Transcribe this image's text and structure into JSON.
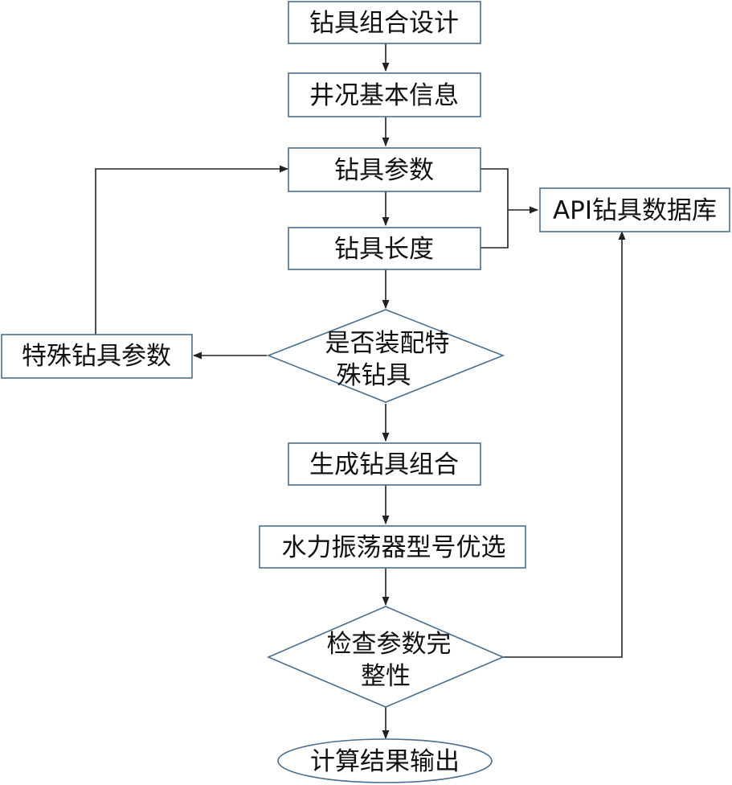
{
  "colors": {
    "node_border": "#4a6e8e",
    "edge": "#222222",
    "text": "#111111",
    "background": "#ffffff"
  },
  "nodes": {
    "bha_design": "钻具组合设计",
    "well_info": "井况基本信息",
    "bha_params": "钻具参数",
    "bha_length": "钻具长度",
    "api_db": "API钻具数据库",
    "special_params": "特殊钻具参数",
    "decision_special": [
      "是否装配特",
      "殊钻具"
    ],
    "generate_bha": "生成钻具组合",
    "oscillator_select": "水力振荡器型号优选",
    "decision_check": [
      "检查参数完",
      "整性"
    ],
    "output": "计算结果输出"
  }
}
